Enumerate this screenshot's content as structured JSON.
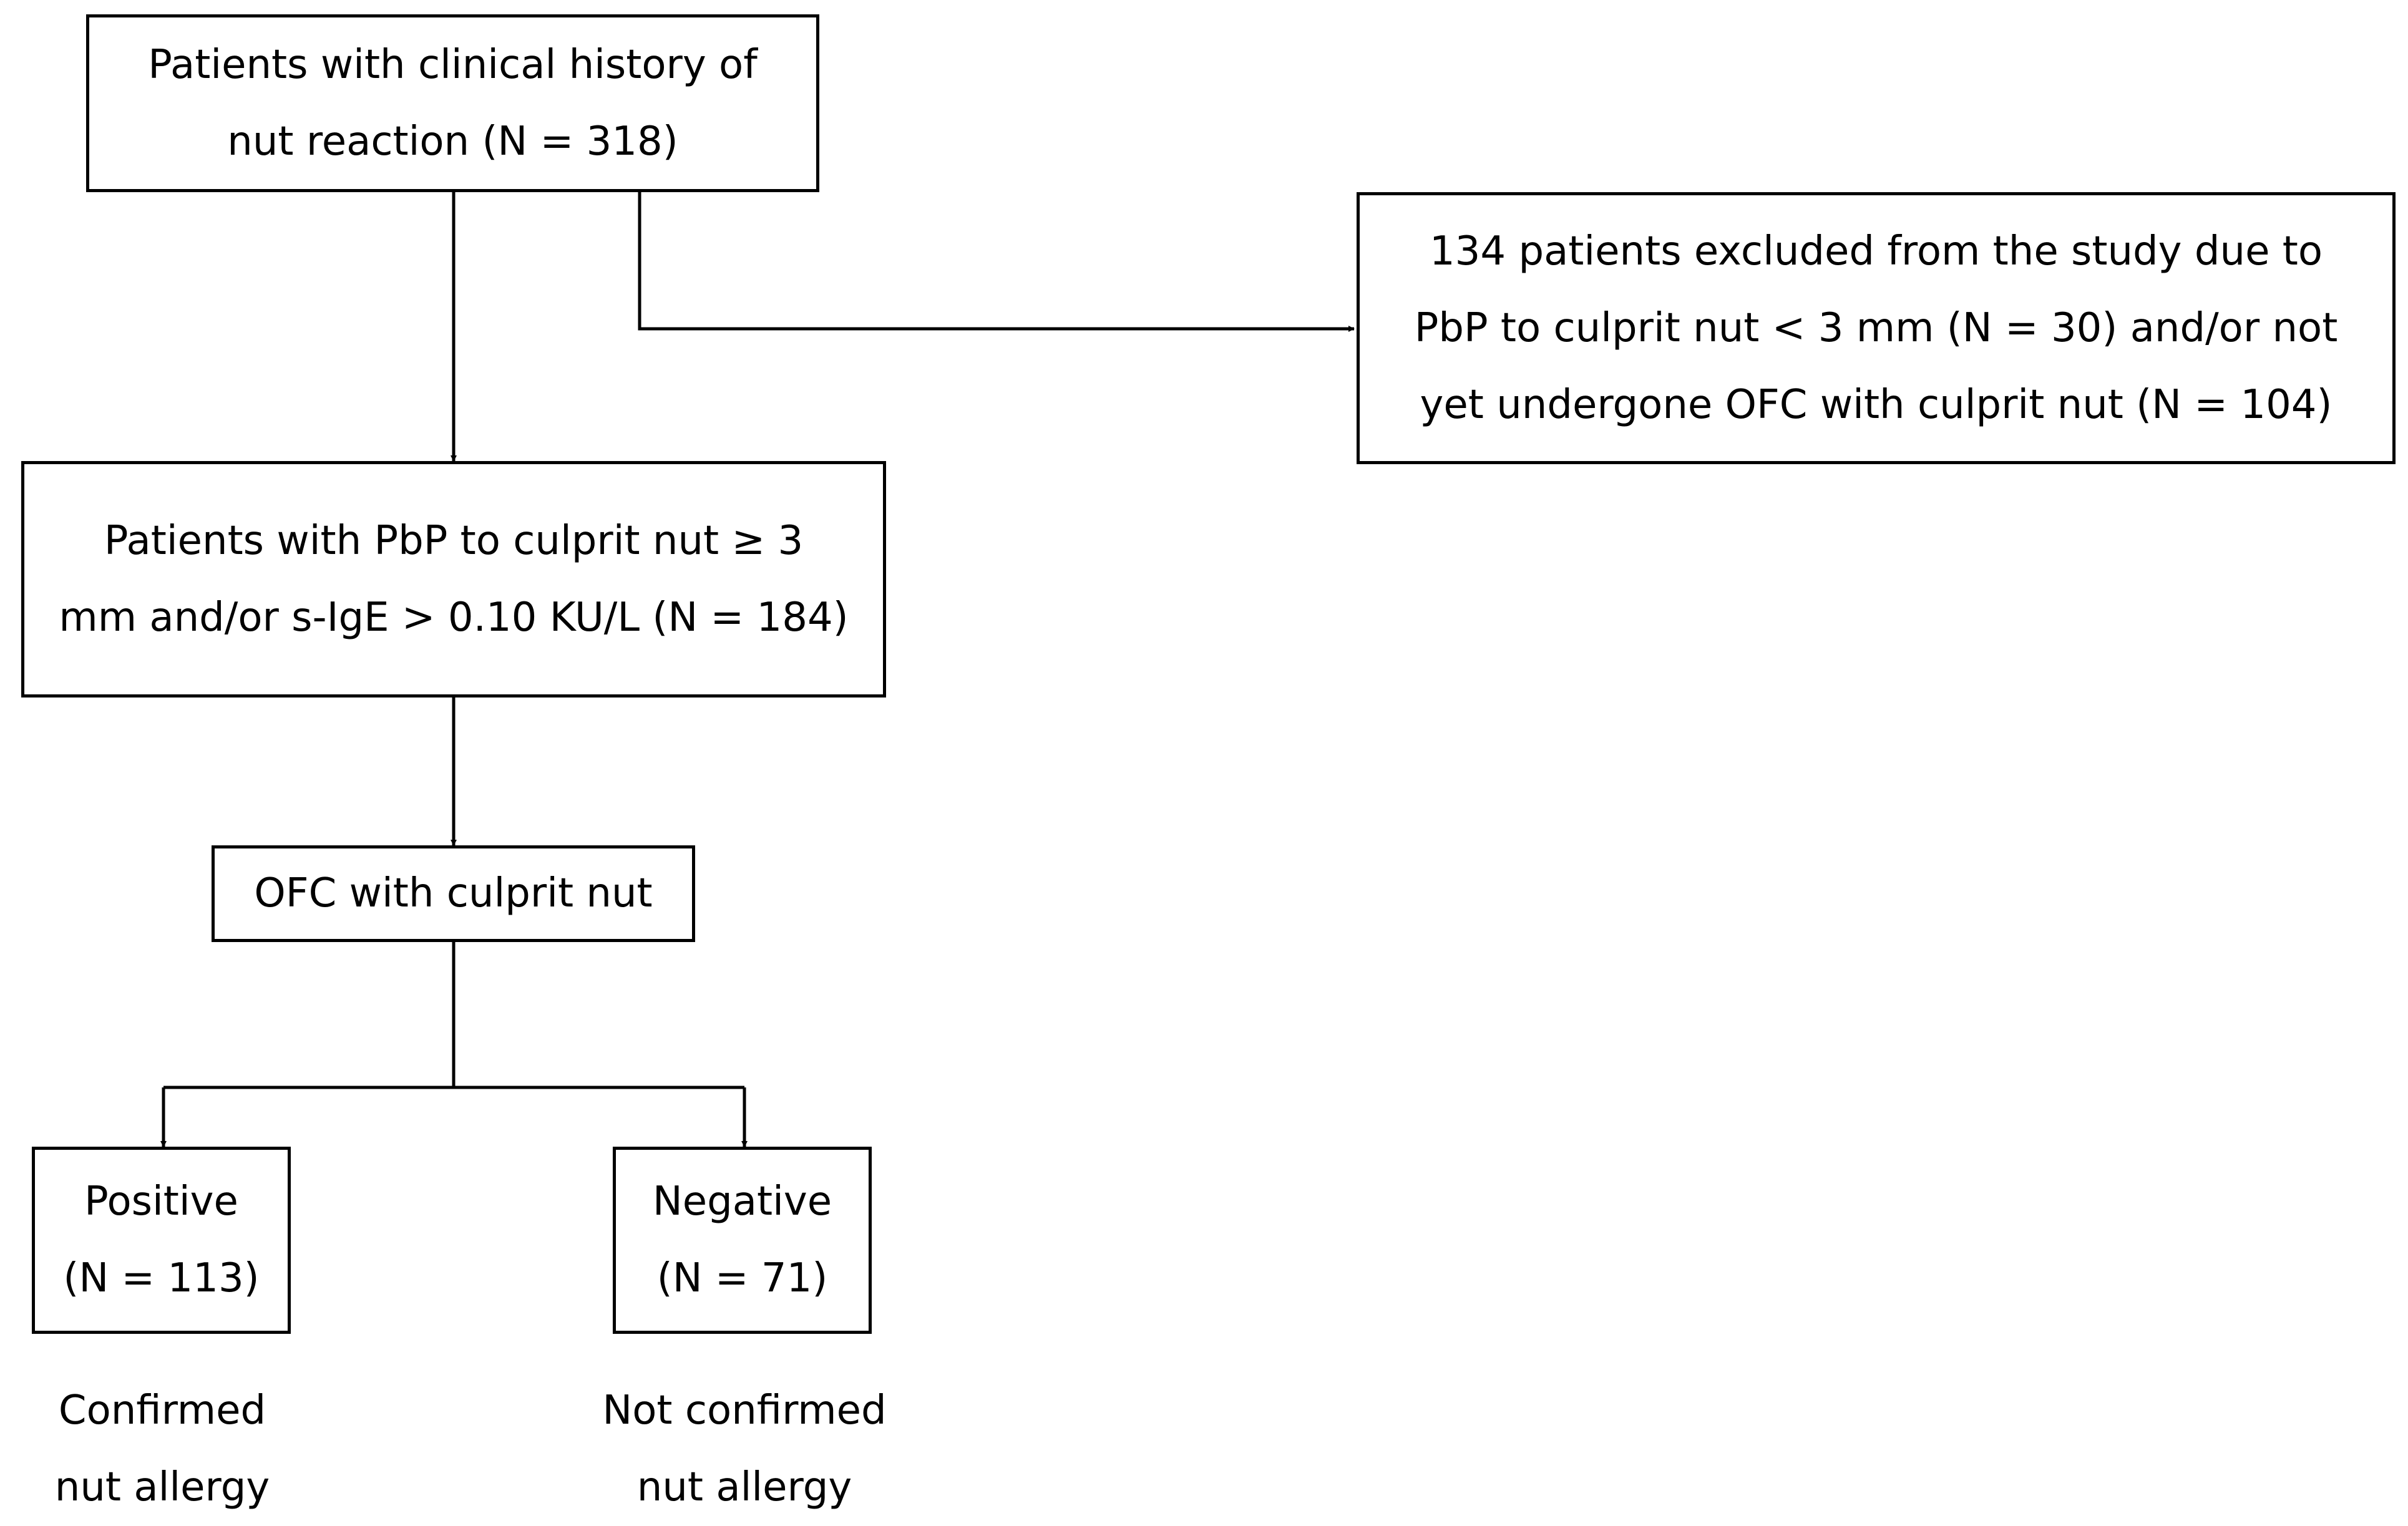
{
  "boxes": {
    "history": {
      "line1": "Patients with clinical history of",
      "line2": "nut reaction (N = 318)"
    },
    "excluded": {
      "line1": "134 patients excluded from the study due to",
      "line2": "PbP to culprit nut < 3 mm (N = 30) and/or not",
      "line3": "yet undergone OFC with culprit nut (N = 104)"
    },
    "pbp": {
      "line1": "Patients with PbP to culprit nut ≥ 3",
      "line2": "mm and/or s-IgE > 0.10 KU/L (N = 184)"
    },
    "ofc": {
      "line1": "OFC with culprit nut"
    },
    "positive": {
      "line1": "Positive",
      "line2": "(N = 113)"
    },
    "negative": {
      "line1": "Negative",
      "line2": "(N = 71)"
    }
  },
  "captions": {
    "positive": {
      "line1": "Confirmed",
      "line2": "nut allergy"
    },
    "negative": {
      "line1": "Not confirmed",
      "line2": "nut allergy"
    }
  }
}
